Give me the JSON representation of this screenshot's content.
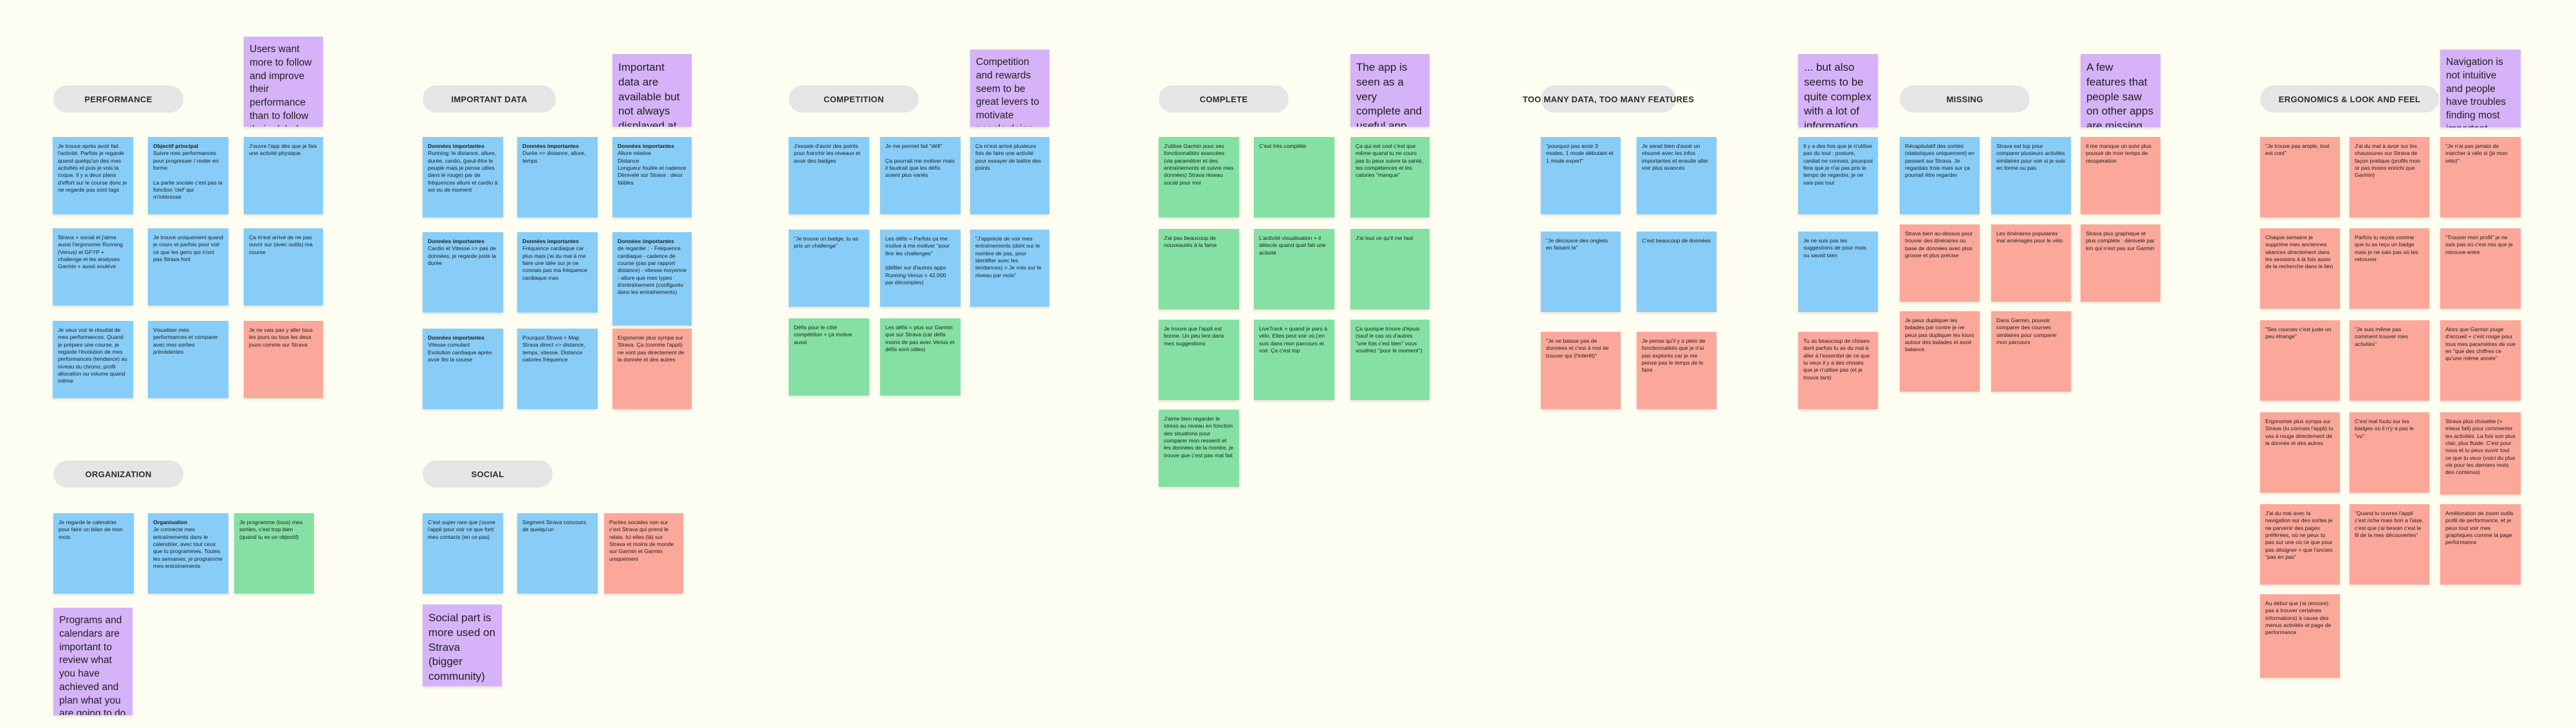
{
  "board": {
    "colors": {
      "background": "#fefdf2",
      "label": "#e5e5e5",
      "blue": "#87cdf8",
      "green": "#84e1a3",
      "salmon": "#fba89a",
      "purple": "#d6b3f8"
    },
    "groups": [
      {
        "id": "performance",
        "label": "PERFORMANCE",
        "insight": "Users want more to follow and improve their performance than to follow their global health (with Garmin)",
        "notes": [
          {
            "color": "blue",
            "text": "Je trouve après avoir fait l'activité. Parfois je regarde quand quelqu'un des mes activités et puis je vois la coque. Il y a deux plans d'effort sur le course donc je ne regarde pas sont tags"
          },
          {
            "color": "blue",
            "title": "Objectif principal",
            "text": "Suivre mes performances pour progresser / rester en forme\n\nLa partie sociale c'est pas la fonction 'clef' qui m'intéresse"
          },
          {
            "color": "blue",
            "text": "J'ouvre l'app dès que je fais une activité physique"
          },
          {
            "color": "blue",
            "text": "Strava + social et j'aime aussi l'ergonomie Running (Venus) et GFYP + challenge et les analyses Garmin + aussi soulève"
          },
          {
            "color": "blue",
            "text": "Je trouve uniquement quand je cours et parfois pour voir ce que les gens qui n'ont pas Strava font"
          },
          {
            "color": "blue",
            "text": "Ça m'est arrivé de ne pas ouvrir sur (avec outils) ma course"
          },
          {
            "color": "blue",
            "text": "Je veux voir le résultat de mes performances. Quand je prépare une course, je regarde l'évolution de mes performances (tendance) au niveau du chrono, profil allocation ou volume quand même"
          },
          {
            "color": "blue",
            "text": "Visualiser mes performances et comparer avec mes sorties précédentes"
          },
          {
            "color": "salmon",
            "text": "Je ne vais pas y aller tous les jours ou tous les deux jours comme sur Strava"
          }
        ]
      },
      {
        "id": "important-data",
        "label": "IMPORTANT DATA",
        "insight": "Important data are available but not always displayed at the right place",
        "notes": [
          {
            "color": "blue",
            "title": "Données importantes",
            "text": "Running: le distance, allure, durée, cardio, (peut-être le peuple mais je pense utiles dans le rouge) par de fréquences allure et cardio à soi ou de moment"
          },
          {
            "color": "blue",
            "title": "Données importantes",
            "text": "Durée => distance, allure, temps"
          },
          {
            "color": "blue",
            "title": "Données importantes",
            "text": "Allure relative\nDistance\nLongueur foulée et cadence\nDénivelé sur Strava : deux faibles"
          },
          {
            "color": "blue",
            "title": "Données importantes",
            "text": "Cardio et Vitesse => pas de données, je regarde juste la durée"
          },
          {
            "color": "blue",
            "title": "Données importantes",
            "text": "Fréquence cardiaque car plus mais j'ai du mal à me faire une idée sur je ne connais pas ma fréquence cardiaque max"
          },
          {
            "color": "blue",
            "title": "Données importantes",
            "text": "de regarder : - Fréquence cardiaque - cadence de course (pas par rapport distance) - vitesse moyenne - allure que mes types d'entraînement (configurés dans les entraînements)"
          },
          {
            "color": "blue",
            "title": "Données importantes",
            "text": "Vitesse cumulant\nEvolution cardiaque après avoir fini la course"
          },
          {
            "color": "blue",
            "text": "Pourquoi Strava > Map\nStrava direct => distance, temps, vitesse. Distance calories fréquence"
          },
          {
            "color": "salmon",
            "text": "Ergonomie plus sympa sur Strava. Ça (comme l'appli) ne vont pas directement de la donnée et des autres"
          }
        ]
      },
      {
        "id": "competition",
        "label": "COMPETITION",
        "insight": "Competition and rewards seem to be great levers to motivate people doing sport and use the app",
        "notes": [
          {
            "color": "blue",
            "text": "J'essaie d'avoir des points pour franchir les niveaux et avoir des badges"
          },
          {
            "color": "blue",
            "text": "Je me permet fait \"défi\"\n\nÇa pourrait me motiver mais il faudrait que les défis soient plus variés"
          },
          {
            "color": "blue",
            "text": "Ça m'est arrivé plusieurs fois de faire une activité pour essayer de battre des points"
          },
          {
            "color": "blue",
            "text": "\"Je trouve un badge, tu as pris un challenge\""
          },
          {
            "color": "blue",
            "text": "Les défis = Parfois ça me motive à me motiver \"pour finir les challenges\"\n\n(défiler sur d'autres apps Running Venus = 42.000 par décomptes)"
          },
          {
            "color": "blue",
            "text": "\"J'apprécie de voir mes entraînements (dont sur le nombre de pas, pour identifier avec les tendances) = Je vois sur le niveau par mois\""
          },
          {
            "color": "green",
            "text": "Défis pour le côté compétition + ça motive aussi"
          },
          {
            "color": "green",
            "text": "Les défis = plus sur Garmin que sur Strava (car défis moins de pas avec Venus et défis sont utiles)"
          }
        ]
      },
      {
        "id": "complete",
        "label": "COMPLETE",
        "insight": "The app is seen as a very complete and useful app...",
        "notes": [
          {
            "color": "green",
            "text": "J'utilise Garmin pour ses fonctionnalités avancées (via paramétrer et des entraînements et suivre mes données) Strava réseau social pour moi"
          },
          {
            "color": "green",
            "text": "C'est très complète"
          },
          {
            "color": "green",
            "text": "Ça qui est cool c'est que même quand tu ne cours pas tu peux suivre ta santé, tes compétences et les calories \"manque\""
          },
          {
            "color": "green",
            "text": "J'ai pas beaucoup de nouveautés à la fame"
          },
          {
            "color": "green",
            "text": "L'activité visualisation + il détecte quand quel fait une activité"
          },
          {
            "color": "green",
            "text": "J'ai tout ce qu'il me faut"
          },
          {
            "color": "green",
            "text": "Je trouve que l'appli est bonne. Un peu lent dans mes suggestions"
          },
          {
            "color": "green",
            "text": "LiveTrack = quand je pars à vélo. Elles peut voir où j'en suis dans mon parcours et voir. Ça c'est top"
          },
          {
            "color": "green",
            "text": "Ça quoique trouve d'épuis (sauf le cas où d'autres \"une fois c'est bien\" vous voudriez \"pour le moment\")"
          },
          {
            "color": "green",
            "text": "J'aime bien regarder le stress au niveau en fonction des situations pour comparer mon ressenti et les données de la montre, je trouve que c'est pas mal fait"
          }
        ]
      },
      {
        "id": "too-many-data",
        "label": "TOO MANY DATA, TOO MANY FEATURES",
        "insight": "... but also seems to be quite complex with a lot of information",
        "notes": [
          {
            "color": "blue",
            "text": "\"pourquoi pas avoir 3 modes, 1 mode débutant et 1 mode expert\""
          },
          {
            "color": "blue",
            "text": "Je serait bien d'avoir un résumé avec les infos importantes et ensuite aller voir plus avancés"
          },
          {
            "color": "blue",
            "text": "Il y a des fois que je n'utilise pas du tout : posture, cardiat ne connais, pourquoi fera que je n'ai pas pris le temps de regarder, je ne sais pas tout"
          },
          {
            "color": "blue",
            "text": "\"Je découvre des onglets en faisant la\""
          },
          {
            "color": "blue",
            "text": "C'est beaucoup de données"
          },
          {
            "color": "blue",
            "text": "Je ne suis pas les suggestions de pour mois ou savait bien"
          },
          {
            "color": "salmon",
            "text": "\"Je ne baisse pas de données et c'est à moi de trouver qui (l'intérêt)\""
          },
          {
            "color": "salmon",
            "text": "Je pense qu'il y a plein de fonctionnalités que je n'ai pas explorés car je me pense pas le temps de le faire"
          },
          {
            "color": "salmon",
            "text": "Tu as beaucoup de choses dont parfois tu as du mal à aller à l'essentiel de ce que tu veux il y a des chosés que je n'utilise pas (et je trouve tant)"
          }
        ]
      },
      {
        "id": "missing",
        "label": "MISSING",
        "insight": "A few features that people saw on other apps are missing",
        "notes": [
          {
            "color": "blue",
            "text": "Récapitulatif des sorties (statistiques uniquement) en passant sur Strava. Je regardais trois mais sur ça pourrait être regarder"
          },
          {
            "color": "blue",
            "text": "Strava est top pour comparer plusieurs activités similaires pour voir si je suis en forme ou pas"
          },
          {
            "color": "salmon",
            "text": "Il me manque un suivi plus poussé de mon temps de récupération"
          },
          {
            "color": "salmon",
            "text": "Strava bien au-dessus pour trouver des itinéraires ou base de données avec plus grosse et plus précise"
          },
          {
            "color": "salmon",
            "text": "Les itinéraires populaires mal aménagés pour le vélo"
          },
          {
            "color": "salmon",
            "text": "Strava plus graphique et plus complète : dénivelé par km qui n'est pas sur Garmin"
          },
          {
            "color": "salmon",
            "text": "Je peux dupliquer les balades par contre je ne peux pas dupliquer les tours autour des balades et avoir balance"
          },
          {
            "color": "salmon",
            "text": "Dans Garmin, pouvoir comparer des courses similaires pour comparer mon parcours"
          }
        ]
      },
      {
        "id": "ergonomics",
        "label": "ERGONOMICS & LOOK AND FEEL",
        "insight": "Navigation is not intuitive and people have troubles finding most important information",
        "notes": [
          {
            "color": "salmon",
            "text": "\"Je trouve pas ample, tout est cool\""
          },
          {
            "color": "salmon",
            "text": "J'ai du mal à avoir sur les chaussures sur Strava de façon pratique (profils mon or pas moins enrichi que Garmin)"
          },
          {
            "color": "salmon",
            "text": "\"Je n'ai pas jamais de marcher à vélo si (je mon vélo)\""
          },
          {
            "color": "salmon",
            "text": "Chaque semaine je supprime mes anciennes séances directement dans les sessions à la fois aussi de la recherche dans le lien"
          },
          {
            "color": "salmon",
            "text": "Parfois tu reçois comme que tu as reçu un badge mais je ne sais pas où les retrouver"
          },
          {
            "color": "salmon",
            "text": "\"Trouver mon profil\" je ne sais pas où c'est mis que je retrouve entre"
          },
          {
            "color": "salmon",
            "text": "\"Ses courses c'est juste un peu étrange\""
          },
          {
            "color": "salmon",
            "text": "\"Je suis même pas comment trouver mes activités\""
          },
          {
            "color": "salmon",
            "text": "Alors que Garmin jouge d'accueil + c'est rouge pour tous mes paramètres de vue en \"que des chiffres ce qu'une même année\""
          },
          {
            "color": "salmon",
            "text": "Ergonomie plus sympa sur Strava (tu connais l'appli) tu vas à rouge directement de la donnée et des autres"
          },
          {
            "color": "salmon",
            "text": "C'est mal foutu sur les badges où il n'y a pas le \"vu\""
          },
          {
            "color": "salmon",
            "text": "Strava plus chouette (+ mieux fait) pour commenter les activités. La fois son plus clair, plus fluide. C'est pour nous et tu peux ouvrir tout ce que tu veux (voici du plus vie pour les derniers mots des contenus)"
          },
          {
            "color": "salmon",
            "text": "J'ai du mal avec la navigation sur des sortes je ne parvenir des pages préférées, où ne peux tu pas sur une où ce que pour pas désigner = que l'ancien \"pas en pas\""
          },
          {
            "color": "salmon",
            "text": "\"Quand tu ouvres l'appli c'est riche mais bon a l'aise, c'est que j'ai besoin c'est le fil de la mes découvertes\""
          },
          {
            "color": "salmon",
            "text": "Amélioration de zoom outils profil de performance, et je peux tout voir mes graphiques comme la page performance"
          },
          {
            "color": "salmon",
            "text": "Au début que j'ai (encore) pas à trouver certaines informations) à cause des menus activités et page de performance"
          }
        ]
      },
      {
        "id": "organization",
        "label": "ORGANIZATION",
        "insight": "Programs and calendars are important to review what you have achieved and plan what you are going to do",
        "notes": [
          {
            "color": "blue",
            "text": "Je regarde le calendrier pour faire un bilan de mon mois"
          },
          {
            "color": "blue",
            "title": "Organisation",
            "text": "Je connecte mes entraînements dans le calendrier, avec tout ceux que tu programmes. Toutes les semaines, je programme mes entraînements"
          },
          {
            "color": "green",
            "text": "Je programme (tous) mes sorties, c'est trop bien (quand tu es un objectif)"
          }
        ]
      },
      {
        "id": "social",
        "label": "SOCIAL",
        "insight": "Social part is more used on Strava (bigger community)",
        "notes": [
          {
            "color": "blue",
            "text": "C'est super rare que j'ouvre l'appli pour voir ce que font mes contacts (en ce pas)"
          },
          {
            "color": "blue",
            "text": "Segment Strava concours de quelqu'un"
          },
          {
            "color": "salmon",
            "text": "Parties sociales non sur c'est Strava qui prend le relais. Ici elles (là) sur Strava et moins de monde sur Garmin et Garmin uniquement"
          }
        ]
      }
    ]
  }
}
